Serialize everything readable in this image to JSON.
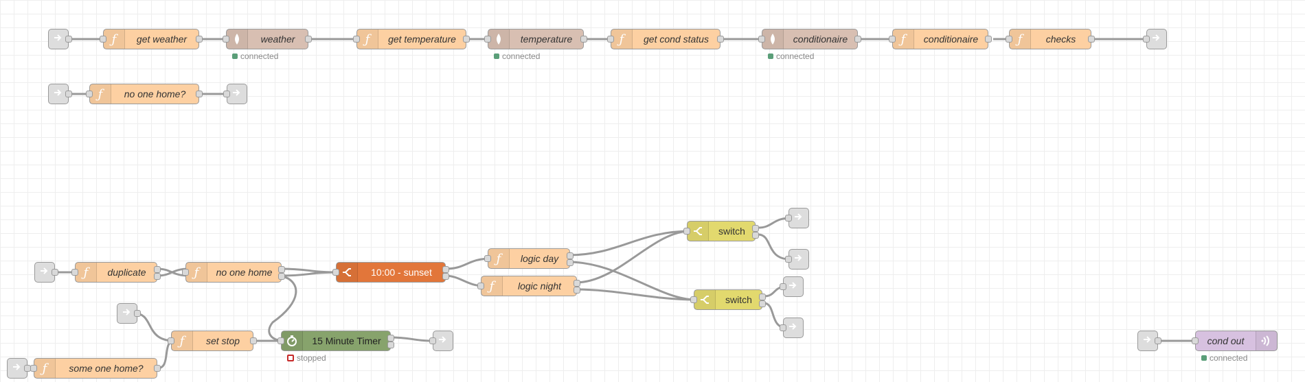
{
  "colors": {
    "function": "#fdd0a2",
    "websocket": "#d8bfb2",
    "switch": "#e2d96e",
    "time_trigger": "#e2763a",
    "timer": "#87a36c",
    "websocket_out": "#d7c1e0",
    "link": "#dddddd",
    "wire": "#999999",
    "status_connected": "#5a9e78",
    "status_stopped": "#c62828"
  },
  "icons": {
    "function": "function-icon",
    "websocket": "websocket-icon",
    "switch": "switch-icon",
    "timer": "timer-icon",
    "link_in": "link-in-icon",
    "link_out": "link-out-icon",
    "websocket_out": "broadcast-icon"
  },
  "nodes": {
    "get_weather": "get weather",
    "weather": "weather",
    "get_temperature": "get temperature",
    "temperature": "temperature",
    "get_cond_status": "get cond status",
    "conditionaire_ws": "conditionaire",
    "conditionaire_fn": "conditionaire",
    "checks": "checks",
    "no_one_home_q": "no one home?",
    "duplicate": "duplicate",
    "no_one_home": "no one home",
    "sunset_trigger": "10:00 - sunset",
    "logic_day": "logic day",
    "logic_night": "logic night",
    "switch_a": "switch",
    "switch_b": "switch",
    "set_stop": "set stop",
    "timer": "15 Minute Timer",
    "some_one_home": "some one home?",
    "cond_out": "cond out"
  },
  "status": {
    "connected": "connected",
    "stopped": "stopped"
  }
}
